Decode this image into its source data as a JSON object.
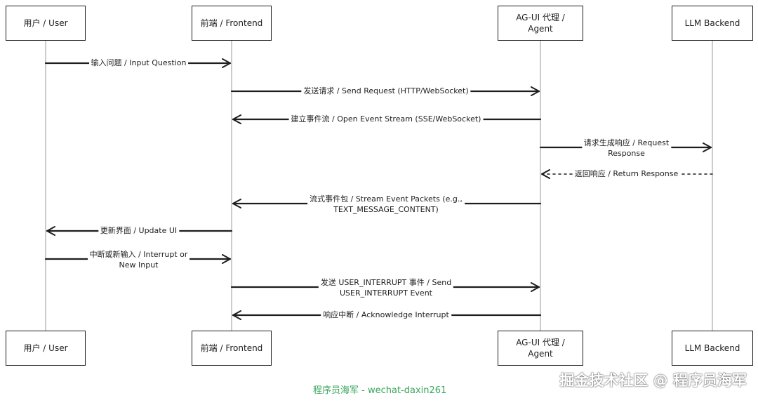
{
  "participants": [
    {
      "id": "user",
      "label": "用户 / User"
    },
    {
      "id": "frontend",
      "label": "前端 / Frontend"
    },
    {
      "id": "agent",
      "label": "AG-UI 代理 / Agent"
    },
    {
      "id": "llm",
      "label": "LLM Backend"
    }
  ],
  "messages": [
    {
      "from": "user",
      "to": "frontend",
      "label": "输入问题 / Input Question",
      "style": "solid"
    },
    {
      "from": "frontend",
      "to": "agent",
      "label": "发送请求 / Send Request (HTTP/WebSocket)",
      "style": "solid"
    },
    {
      "from": "agent",
      "to": "frontend",
      "label": "建立事件流 / Open Event Stream (SSE/WebSocket)",
      "style": "solid"
    },
    {
      "from": "agent",
      "to": "llm",
      "label": "请求生成响应 / Request Response",
      "style": "solid"
    },
    {
      "from": "llm",
      "to": "agent",
      "label": "返回响应 / Return Response",
      "style": "dashed"
    },
    {
      "from": "agent",
      "to": "frontend",
      "label": "流式事件包 / Stream Event Packets (e.g., TEXT_MESSAGE_CONTENT)",
      "style": "solid"
    },
    {
      "from": "frontend",
      "to": "user",
      "label": "更新界面 / Update UI",
      "style": "solid"
    },
    {
      "from": "user",
      "to": "frontend",
      "label": "中断或新输入 / Interrupt or New Input",
      "style": "solid"
    },
    {
      "from": "frontend",
      "to": "agent",
      "label": "发送 USER_INTERRUPT 事件 / Send USER_INTERRUPT Event",
      "style": "solid"
    },
    {
      "from": "agent",
      "to": "frontend",
      "label": "响应中断 / Acknowledge Interrupt",
      "style": "solid"
    }
  ],
  "footer": {
    "credit": "程序员海军 - wechat-daxin261",
    "watermark": "掘金技术社区 @ 程序员海军"
  },
  "colors": {
    "ink": "#1e1e1e",
    "lifeline": "#9a9a9a",
    "credit": "#3aa55d"
  }
}
